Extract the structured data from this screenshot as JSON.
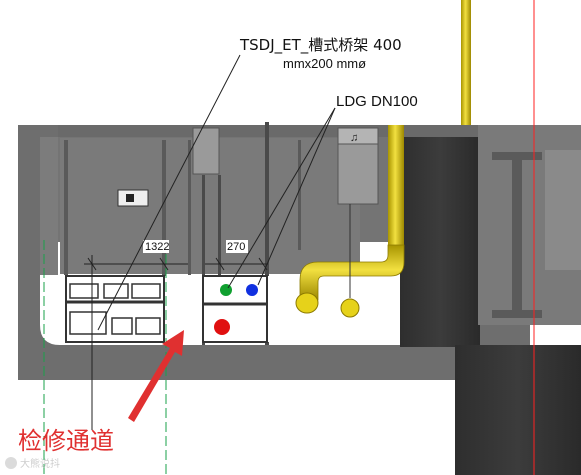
{
  "annotations": {
    "tray_label_line1": "TSDJ_ET_槽式桥架 400",
    "tray_label_line2": "mmx200 mmø",
    "pipe_label": "LDG DN100",
    "dim_left": "1322",
    "dim_right": "270",
    "channel_label": "检修通道",
    "watermark": "大熊说抖"
  },
  "colors": {
    "concrete": "#6e6e6e",
    "concrete_light": "#8c8c8c",
    "pipe_yellow": "#e6d21a",
    "pipe_dark": "#a89400",
    "accent_red_arrow": "#e03030",
    "red_pipe": "#e01010",
    "green_pipe": "#10a030",
    "blue_pipe": "#1030e0",
    "guide_green": "#1aa04a",
    "guide_red": "#ff2020"
  },
  "icons": {
    "watermark_logo": "wechat-logo-icon"
  }
}
